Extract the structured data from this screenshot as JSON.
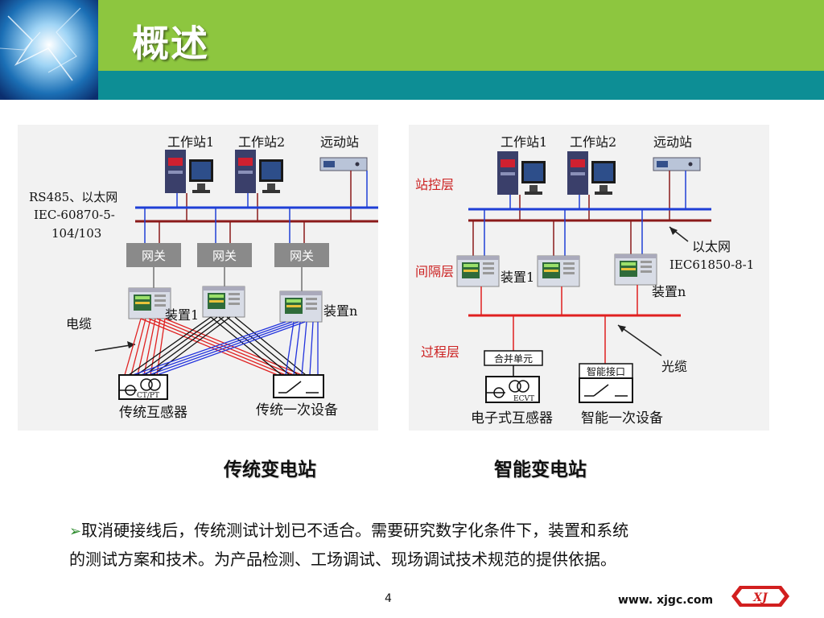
{
  "slide": {
    "title": "概述",
    "page_number": "4",
    "footer_url": "www. xjgc.com",
    "logo_text": "XJ"
  },
  "left_diagram": {
    "workstation1": "工作站1",
    "workstation2": "工作站2",
    "remote_station": "远动站",
    "bus_label_1": "RS485、以太网",
    "bus_label_2": "IEC-60870-5-",
    "bus_label_3": "104/103",
    "gateway": "网关",
    "device1": "装置1",
    "devicen": "装置n",
    "cable": "电缆",
    "ctpt": "CT/PT",
    "trad_transformer": "传统互感器",
    "trad_primary": "传统一次设备"
  },
  "right_diagram": {
    "workstation1": "工作站1",
    "workstation2": "工作站2",
    "remote_station": "远动站",
    "station_layer": "站控层",
    "bay_layer": "间隔层",
    "process_layer": "过程层",
    "ethernet": "以太网",
    "iec": "IEC61850-8-1",
    "device1": "装置1",
    "devicen": "装置n",
    "merging_unit": "合并单元",
    "smart_interface": "智能接口",
    "fiber": "光缆",
    "ecvt": "ECVT",
    "electronic_transformer": "电子式互感器",
    "smart_primary": "智能一次设备"
  },
  "captions": {
    "traditional": "传统变电站",
    "smart": "智能变电站"
  },
  "body": {
    "bullet": "➢",
    "line1": "取消硬接线后，传统测试计划已不适合。需要研究数字化条件下，装置和系统",
    "line2": "的测试方案和技术。为产品检测、工场调试、现场调试技术规范的提供依据。"
  },
  "colors": {
    "header_green": "#8dc63f",
    "header_teal": "#0d8e95",
    "bus_blue": "#1f3fd6",
    "bus_darkred": "#8b1a1a",
    "fiber_red": "#e02020",
    "layer_label_red": "#cc2222"
  }
}
